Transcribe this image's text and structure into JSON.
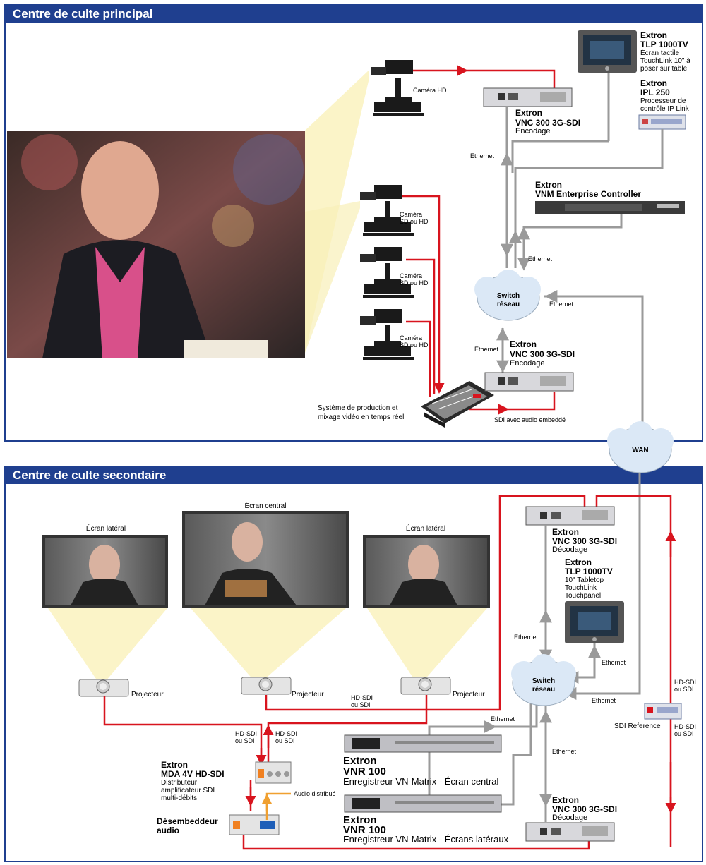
{
  "sections": {
    "main": {
      "title": "Centre de culte principal"
    },
    "secondary": {
      "title": "Centre de culte secondaire"
    }
  },
  "main": {
    "camera_hd": "Caméra HD",
    "camera_sd_hd": [
      "Caméra",
      "SD ou HD"
    ],
    "tlp": {
      "brand": "Extron",
      "model": "TLP 1000TV",
      "desc": [
        "Écran tactile",
        "TouchLink 10\" à",
        "poser sur table"
      ]
    },
    "ipl": {
      "brand": "Extron",
      "model": "IPL 250",
      "desc": [
        "Processeur de",
        "contrôle IP Link"
      ]
    },
    "vnc_top": {
      "brand": "Extron",
      "model": "VNC 300 3G-SDI",
      "desc": "Encodage"
    },
    "vnm": {
      "brand": "Extron",
      "model": "VNM Enterprise Controller"
    },
    "vnc_bottom": {
      "brand": "Extron",
      "model": "VNC 300 3G-SDI",
      "desc": "Encodage"
    },
    "switch": [
      "Switch",
      "réseau"
    ],
    "ethernet": "Ethernet",
    "production": [
      "Système de production et",
      "mixage vidéo en temps réel"
    ],
    "sdi_audio": "SDI avec audio embeddé",
    "wan": "WAN"
  },
  "secondary": {
    "screen_side": "Écran latéral",
    "screen_center": "Écran central",
    "projector": "Projecteur",
    "hd_sdi": [
      "HD-SDI",
      "ou SDI"
    ],
    "vnc_top": {
      "brand": "Extron",
      "model": "VNC 300 3G-SDI",
      "desc": "Décodage"
    },
    "tlp": {
      "brand": "Extron",
      "model": "TLP 1000TV",
      "desc": [
        "10\" Tabletop",
        "TouchLink",
        "Touchpanel"
      ]
    },
    "switch": [
      "Switch",
      "réseau"
    ],
    "ethernet": "Ethernet",
    "sdi_reference": "SDI Reference",
    "vnr1": {
      "brand": "Extron",
      "model": "VNR 100",
      "desc": "Enregistreur VN-Matrix - Écran central"
    },
    "vnr2": {
      "brand": "Extron",
      "model": "VNR 100",
      "desc": "Enregistreur VN-Matrix - Écrans latéraux"
    },
    "mda": {
      "brand": "Extron",
      "model": "MDA 4V HD-SDI",
      "desc": [
        "Distributeur",
        "amplificateur SDI",
        "multi-débits"
      ]
    },
    "deembedder": [
      "Désembeddeur",
      "audio"
    ],
    "audio_dist": "Audio distribué",
    "vnc_bottom": {
      "brand": "Extron",
      "model": "VNC 300 3G-SDI",
      "desc": "Décodage"
    }
  },
  "colors": {
    "section_blue": "#1f3f8f",
    "sdi_red": "#d8141e",
    "ethernet_gray": "#9a9a9a",
    "audio_orange": "#f0a030",
    "beam_yellow": "#fbf4c8"
  }
}
